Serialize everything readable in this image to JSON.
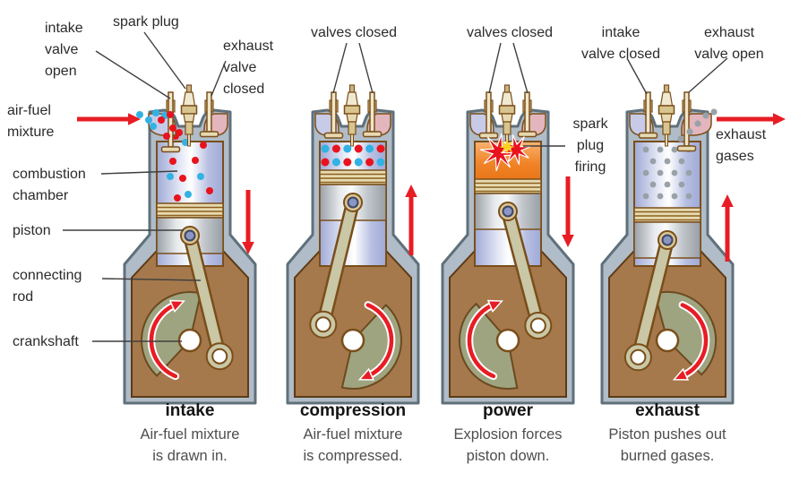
{
  "figure": {
    "subject": "four-stroke engine cycle diagram",
    "panel_count": 4
  },
  "colors": {
    "red": "#e81c24",
    "fuel_red": "#e8131d",
    "fuel_cyan": "#31b2e3",
    "burned_gray": "#99a1a8",
    "casing": "#b0bcc7",
    "casing_edge": "#5f707b",
    "crankcase_brown": "#a5794c",
    "crankcase_edge": "#5d3a16",
    "counterweight_olive": "#9fa480",
    "rod_olive": "#c9c7a5",
    "metal_outline": "#7a531d",
    "intake_port_lavender": "#c7cbe8",
    "exhaust_port_pink": "#e2b6bc",
    "explosion_orange": "#f08226",
    "explosion_yellow": "#ffd21f"
  },
  "panels": [
    {
      "id": "intake",
      "title": "intake",
      "caption": "Air-fuel mixture\nis drawn in."
    },
    {
      "id": "compression",
      "title": "compression",
      "caption": "Air-fuel mixture\nis compressed."
    },
    {
      "id": "power",
      "title": "power",
      "caption": "Explosion forces\npiston down."
    },
    {
      "id": "exhaust",
      "title": "exhaust",
      "caption": "Piston pushes out\nburned gases."
    }
  ],
  "annotations": {
    "intake_valve_open": "intake\nvalve\nopen",
    "spark_plug": "spark plug",
    "exhaust_valve_closed": "exhaust\nvalve\nclosed",
    "air_fuel_mixture": "air-fuel\nmixture",
    "combustion_chamber": "combustion\nchamber",
    "piston": "piston",
    "connecting_rod": "connecting\nrod",
    "crankshaft": "crankshaft",
    "valves_closed_compression": "valves closed",
    "valves_closed_power": "valves closed",
    "spark_plug_firing": "spark\nplug\nfiring",
    "intake_valve_closed": "intake\nvalve closed",
    "exhaust_valve_open": "exhaust\nvalve open",
    "exhaust_gases": "exhaust\ngases"
  }
}
